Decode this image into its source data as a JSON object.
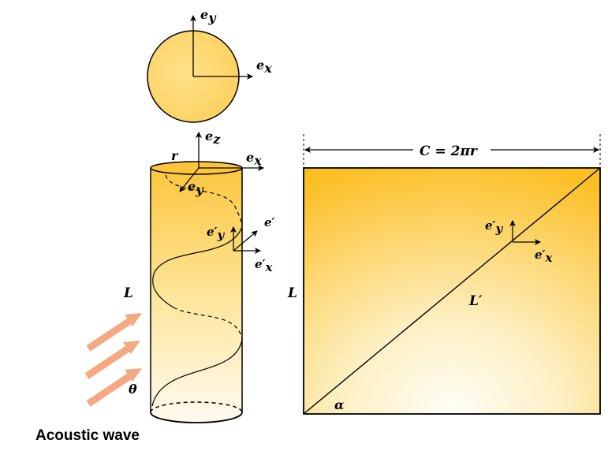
{
  "colors": {
    "fill_light": "#fdf6dc",
    "fill_mid": "#fde9a6",
    "fill_dark": "#fbc12b",
    "circle_fill": "#fdd566",
    "arrow": "#f4a983",
    "line": "#000000"
  },
  "top_circle": {
    "ex_label": "e",
    "ex_sub": "x",
    "ey_label": "e",
    "ey_sub": "y"
  },
  "cylinder": {
    "r_label": "r",
    "ez_label": "e",
    "ez_sub": "z",
    "ex_label": "e",
    "ex_sub": "x",
    "ey_label": "e",
    "ey_sub": "y",
    "local_ey_label": "e′",
    "local_ey_sub": "y",
    "local_e_label": "e′",
    "local_ex_label": "e′",
    "local_ex_sub": "x",
    "L_label": "L",
    "theta_label": "θ",
    "wave_label": "Acoustic wave"
  },
  "unrolled": {
    "C_label": "C = 2πr",
    "L_label": "L",
    "Lprime_label": "L′",
    "alpha_label": "α",
    "ey_label": "e′",
    "ey_sub": "y",
    "ex_label": "e′",
    "ex_sub": "x"
  }
}
